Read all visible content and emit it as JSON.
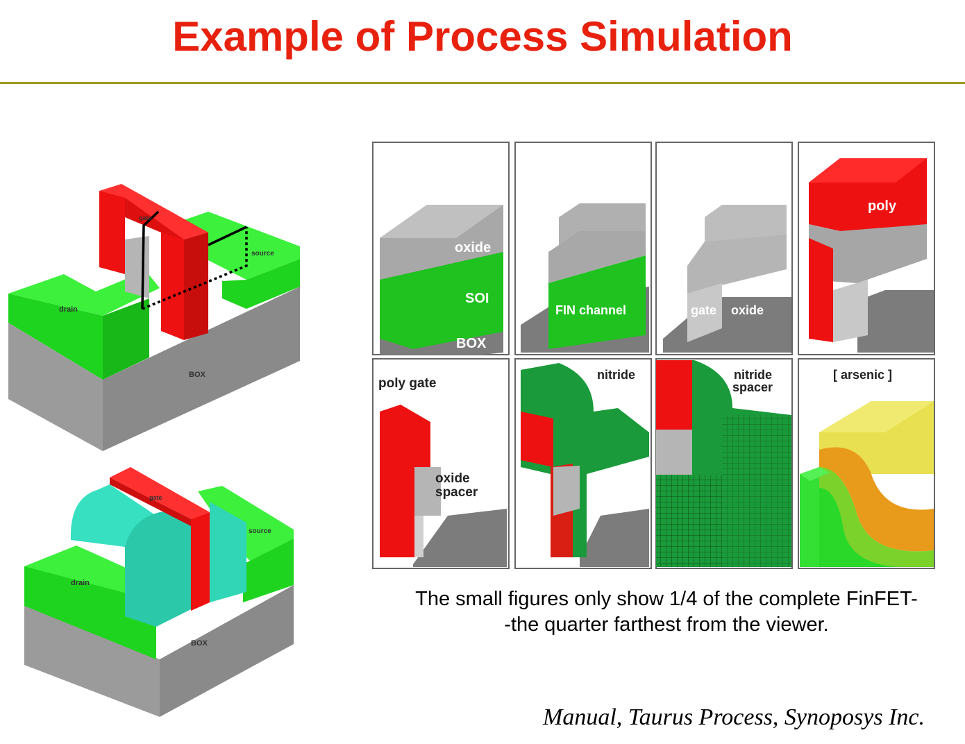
{
  "slide": {
    "title": "Example of Process Simulation",
    "caption_line1": "The small figures only show 1/4 of the complete FinFET-",
    "caption_line2": "-the quarter farthest from the viewer.",
    "source": "Manual, Taurus Process, Synoposys Inc."
  },
  "big_figure_1": {
    "gate": "gate",
    "source": "source",
    "drain": "drain",
    "box": "BOX"
  },
  "big_figure_2": {
    "gate": "gate",
    "source": "source",
    "drain": "drain",
    "box": "BOX"
  },
  "panels": {
    "p1": {
      "l1": "oxide",
      "l2": "SOI",
      "l3": "BOX"
    },
    "p2": {
      "l1": "FIN channel"
    },
    "p3": {
      "l1": "gate",
      "l2": "oxide"
    },
    "p4": {
      "l1": "poly"
    },
    "p5": {
      "l1": "poly gate",
      "l2": "oxide",
      "l3": "spacer"
    },
    "p6": {
      "l1": "nitride"
    },
    "p7": {
      "l1": "nitride",
      "l2": "spacer"
    },
    "p8": {
      "l1": "[ arsenic ]"
    }
  },
  "colors": {
    "title": "#e8210f",
    "rule": "#a09b1f",
    "silicon_green": "#1fe01f",
    "poly_red": "#ee1111",
    "oxide_gray": "#a8a8a8",
    "nitride_green": "#1a9a3a",
    "spacer_cyan": "#3de8c8"
  }
}
